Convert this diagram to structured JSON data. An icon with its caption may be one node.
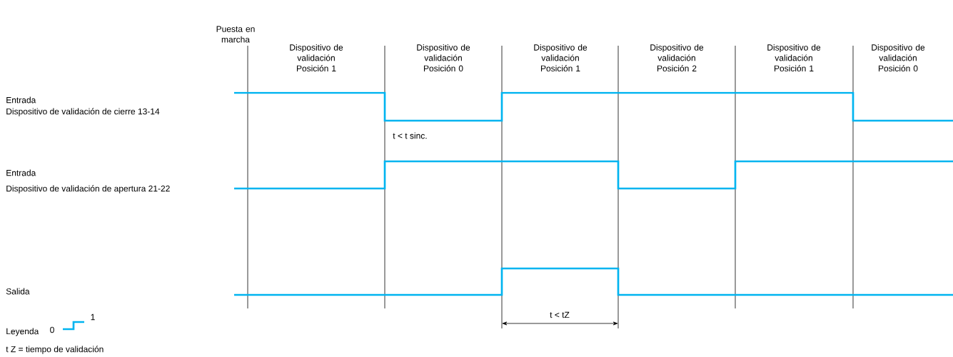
{
  "diagram": {
    "labels": [
      "Puesta en marcha",
      "Dispositivo de validación Posición 1",
      "Dispositivo de validación Posición 0",
      "Dispositivo de validación Posición 1",
      "Dispositivo de validación Posición 2",
      "Dispositivo de validación Posición 1",
      "Dispositivo de validación Posición 0",
      "Entrada",
      "Dispositivo de validación de cierre 13-14",
      "t < t sinc.",
      "Entrada",
      "Dispositivo de validación de apertura 21-22",
      "Salida",
      "1",
      "t < tZ",
      "Leyenda",
      "0",
      "t Z = tiempo de validación"
    ]
  }
}
